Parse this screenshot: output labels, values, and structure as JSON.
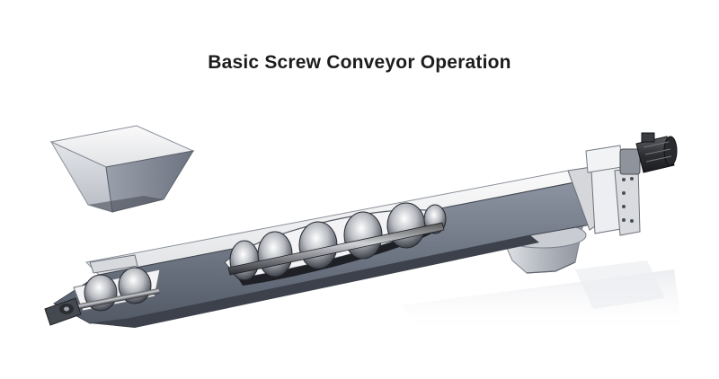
{
  "title": "Basic Screw Conveyor Operation",
  "colors": {
    "trough": "#7d8594",
    "trough_dark": "#4e5562",
    "steel_light": "#ededf0",
    "motor": "#3b3b3f"
  },
  "components": [
    "hopper",
    "trough",
    "screw-flight",
    "shaft",
    "discharge-chute",
    "end-plate",
    "drive-motor",
    "bearing"
  ]
}
